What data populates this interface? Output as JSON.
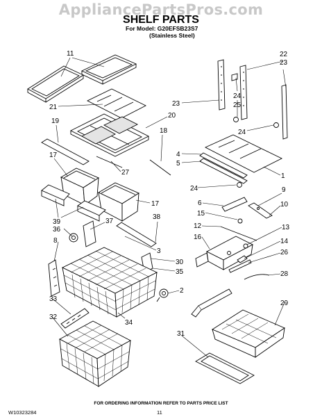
{
  "watermark": "AppliancePartsPros.com",
  "title": "SHELF PARTS",
  "model_line": "For Model: G20EFSB23S7",
  "model_finish": "(Stainless Steel)",
  "footer": {
    "note": "FOR ORDERING INFORMATION REFER TO PARTS PRICE LIST",
    "doc_id": "W10323284",
    "page": "11"
  },
  "callouts": [
    "11",
    "21",
    "19",
    "20",
    "18",
    "17",
    "27",
    "17",
    "39",
    "37",
    "36",
    "38",
    "8",
    "3",
    "30",
    "35",
    "2",
    "34",
    "33",
    "32",
    "31",
    "29",
    "22",
    "23",
    "23",
    "24",
    "25",
    "24",
    "4",
    "5",
    "1",
    "24",
    "9",
    "6",
    "10",
    "15",
    "12",
    "13",
    "16",
    "14",
    "26",
    "28"
  ]
}
